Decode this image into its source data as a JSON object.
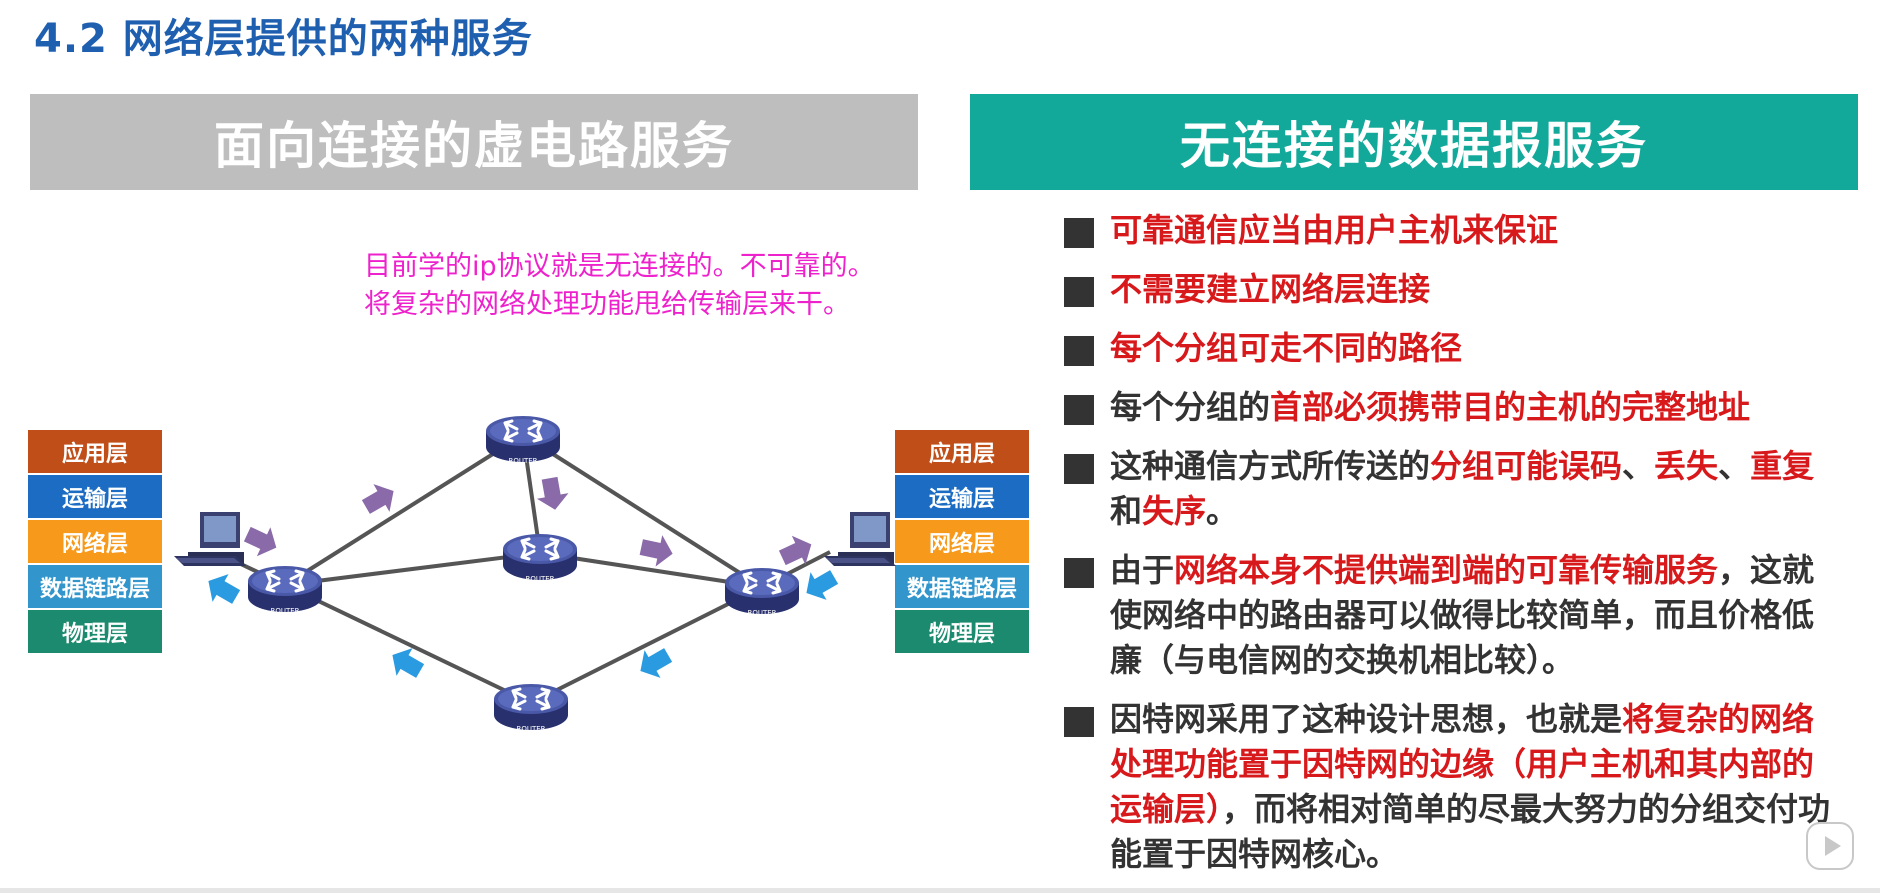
{
  "slide": {
    "title": "4.2 网络层提供的两种服务",
    "left_banner": "面向连接的虚电路服务",
    "right_banner": "无连接的数据报服务",
    "note_line1": "目前学的ip协议就是无连接的。不可靠的。",
    "note_line2": "将复杂的网络处理功能甩给传输层来干。"
  },
  "layers": [
    "应用层",
    "运输层",
    "网络层",
    "数据链路层",
    "物理层"
  ],
  "router_label": "ROUTER",
  "bullets": [
    [
      {
        "t": "可靠通信应当由用户主机来保证",
        "r": true
      }
    ],
    [
      {
        "t": "不需要建立网络层连接",
        "r": true
      }
    ],
    [
      {
        "t": "每个分组可走不同的路径",
        "r": true
      }
    ],
    [
      {
        "t": "每个分组的",
        "r": false
      },
      {
        "t": "首部必须携带目的主机的完整地址",
        "r": true
      }
    ],
    [
      {
        "t": "这种通信方式所传送的",
        "r": false
      },
      {
        "t": "分组可能误码",
        "r": true
      },
      {
        "t": "、",
        "r": false
      },
      {
        "t": "丢失",
        "r": true
      },
      {
        "t": "、",
        "r": false
      },
      {
        "t": "重复",
        "r": true
      },
      {
        "t": "和",
        "r": false
      },
      {
        "t": "失序",
        "r": true
      },
      {
        "t": "。",
        "r": false
      }
    ],
    [
      {
        "t": "由于",
        "r": false
      },
      {
        "t": "网络本身不提供端到端的可靠传输服务",
        "r": true
      },
      {
        "t": "，这就使网络中的路由器可以做得比较简单，而且价格低廉（与电信网的交换机相比较）。",
        "r": false
      }
    ],
    [
      {
        "t": "因特网采用了这种设计思想，也就是",
        "r": false
      },
      {
        "t": "将复杂的网络处理功能置于因特网的边缘（用户主机和其内部的运输层）",
        "r": true
      },
      {
        "t": "，而将相对简单的尽最大努力的分组交付功能置于因特网核心。",
        "r": false
      }
    ]
  ],
  "colors": {
    "title": "#1f5fb0",
    "left_banner": "#bebebe",
    "right_banner": "#12a89a",
    "note": "#ee22cc",
    "highlight": "#d8191c",
    "packet_purple": "#8a6aa8",
    "packet_blue": "#2a9be0"
  },
  "icons": [
    "router-icon",
    "computer-icon",
    "packet-arrow-icon",
    "play-icon"
  ]
}
